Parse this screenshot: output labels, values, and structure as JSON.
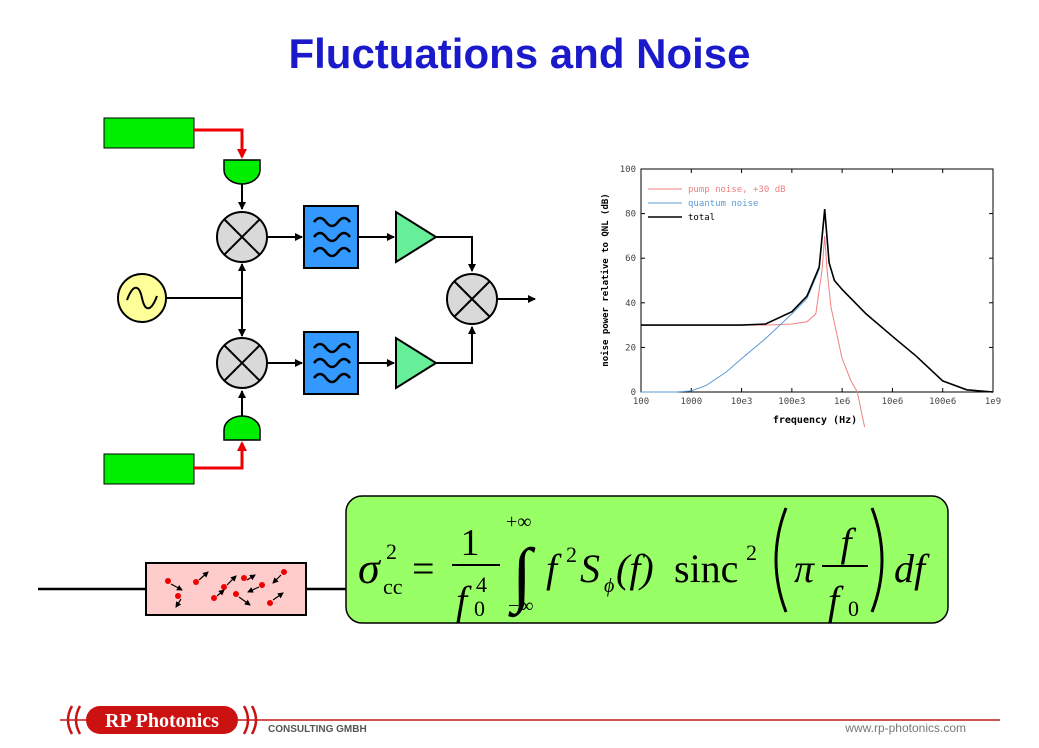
{
  "slide": {
    "title": "Fluctuations and Noise"
  },
  "chart_data": {
    "type": "line",
    "xlabel": "frequency (Hz)",
    "ylabel": "noise power relative to QNL (dB)",
    "x_scale": "log",
    "xlim": [
      100,
      1000000000
    ],
    "ylim": [
      0,
      100
    ],
    "x_tick_labels": [
      "100",
      "1000",
      "10e3",
      "100e3",
      "1e6",
      "10e6",
      "100e6",
      "1e9"
    ],
    "y_tick_labels": [
      "0",
      "20",
      "40",
      "60",
      "80",
      "100"
    ],
    "grid": false,
    "legend_position": "top-left",
    "series": [
      {
        "name": "pump noise, +30 dB",
        "color": "#f08080",
        "x": [
          100,
          1000,
          10000,
          30000,
          100000,
          200000,
          300000,
          400000,
          450000,
          500000,
          600000,
          800000,
          1000000,
          1500000,
          2000000
        ],
        "y": [
          30,
          30,
          30,
          30,
          30.5,
          31.5,
          35,
          55,
          70,
          55,
          38,
          25,
          15,
          5,
          0
        ]
      },
      {
        "name": "quantum noise",
        "color": "#5b9bd5",
        "x": [
          100,
          500,
          1000,
          2000,
          5000,
          10000,
          30000,
          100000,
          200000,
          350000,
          450000,
          550000,
          700000,
          1000000,
          3000000,
          10000000,
          30000000,
          100000000,
          300000000,
          1000000000
        ],
        "y": [
          0,
          0,
          0.5,
          3,
          9,
          15,
          24,
          35,
          42,
          55,
          80,
          58,
          50,
          46,
          35,
          25,
          16,
          5,
          1,
          0
        ]
      },
      {
        "name": "total",
        "color": "#000000",
        "x": [
          100,
          1000,
          10000,
          30000,
          100000,
          200000,
          350000,
          450000,
          550000,
          700000,
          1000000,
          3000000,
          10000000,
          30000000,
          100000000,
          300000000,
          1000000000
        ],
        "y": [
          30,
          30,
          30,
          30.5,
          36,
          43,
          56,
          82,
          58,
          50,
          46,
          35,
          25,
          16,
          5,
          1,
          0
        ]
      }
    ]
  },
  "equation": {
    "sigma": "σ",
    "sup2": "2",
    "cc": "cc",
    "equals": "=",
    "one": "1",
    "f0": "f",
    "four": "4",
    "zero": "0",
    "integral": "∫",
    "upper": "+∞",
    "lower": "−∞",
    "f": "f",
    "S": "S",
    "phi": "ϕ",
    "arg": "(f)",
    "sinc": "sinc",
    "pi": "π",
    "df": "df"
  },
  "footer": {
    "logo_text": "RP Photonics",
    "consulting": "CONSULTING GMBH",
    "website": "www.rp-photonics.com"
  },
  "colors": {
    "title": "#1a1acc",
    "source_green": "#00ee00",
    "filter_blue": "#3399ff",
    "amplifier_green": "#66ee99",
    "oscillator_yellow": "#ffff99",
    "equation_box": "#99ff66",
    "cavity_pink": "#ffcccc",
    "arrow_red": "#ee0000",
    "logo_red": "#cc1111"
  }
}
